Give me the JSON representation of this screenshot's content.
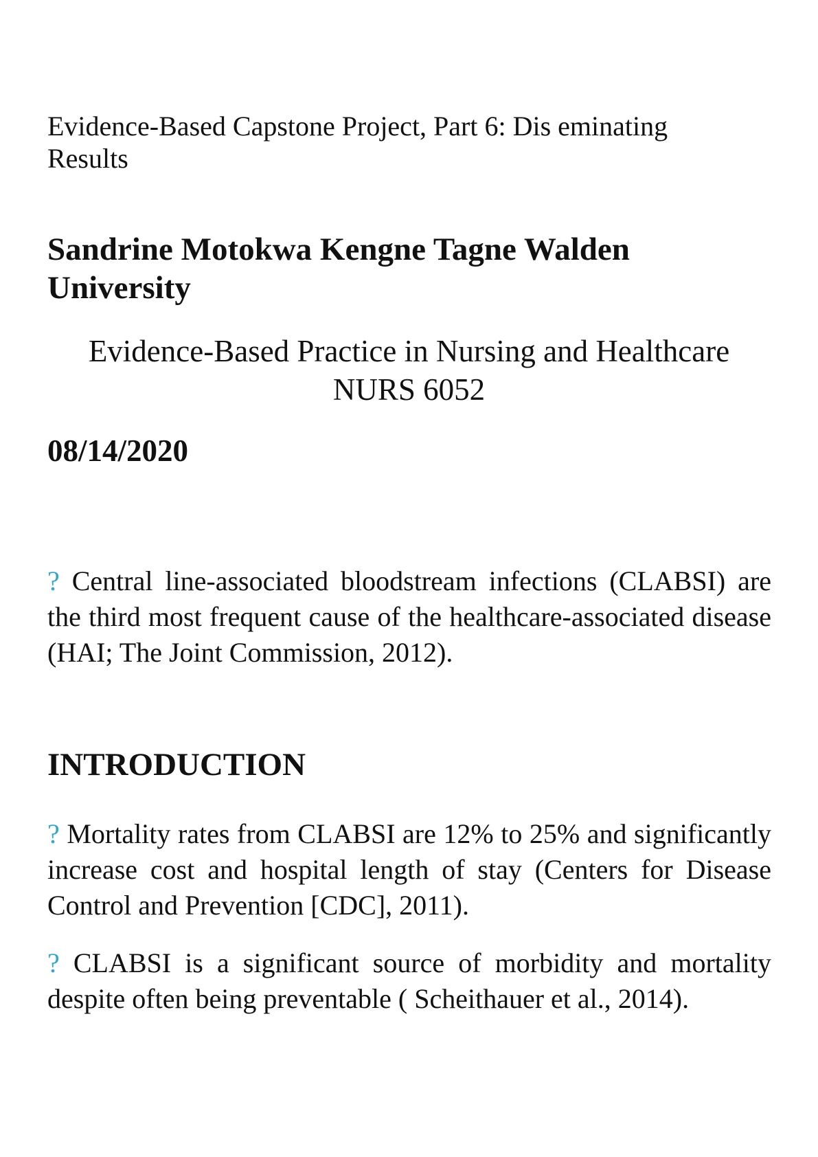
{
  "document": {
    "title": "Evidence-Based Capstone Project, Part 6: Dis eminating Results",
    "author_line": "Sandrine Motokwa Kengne Tagne Walden University",
    "course_name": "Evidence-Based Practice in Nursing and Healthcare",
    "course_code": "NURS 6052",
    "date": "08/14/2020",
    "bullet_glyph": "?",
    "paragraph_1": "Central line-associated bloodstream infections (CLABSI) are the third most frequent cause of the healthcare-associated disease (HAI; The Joint Commission, 2012).",
    "section_heading": "INTRODUCTION",
    "paragraph_2": "Mortality rates from CLABSI are 12% to 25% and significantly increase cost and hospital length of stay (Centers for Disease Control and Prevention [CDC], 2011).",
    "paragraph_3": "CLABSI is a significant source of morbidity and mortality despite often being preventable ( Scheithauer et al., 2014).",
    "bullet_color": "#33a6c9"
  }
}
